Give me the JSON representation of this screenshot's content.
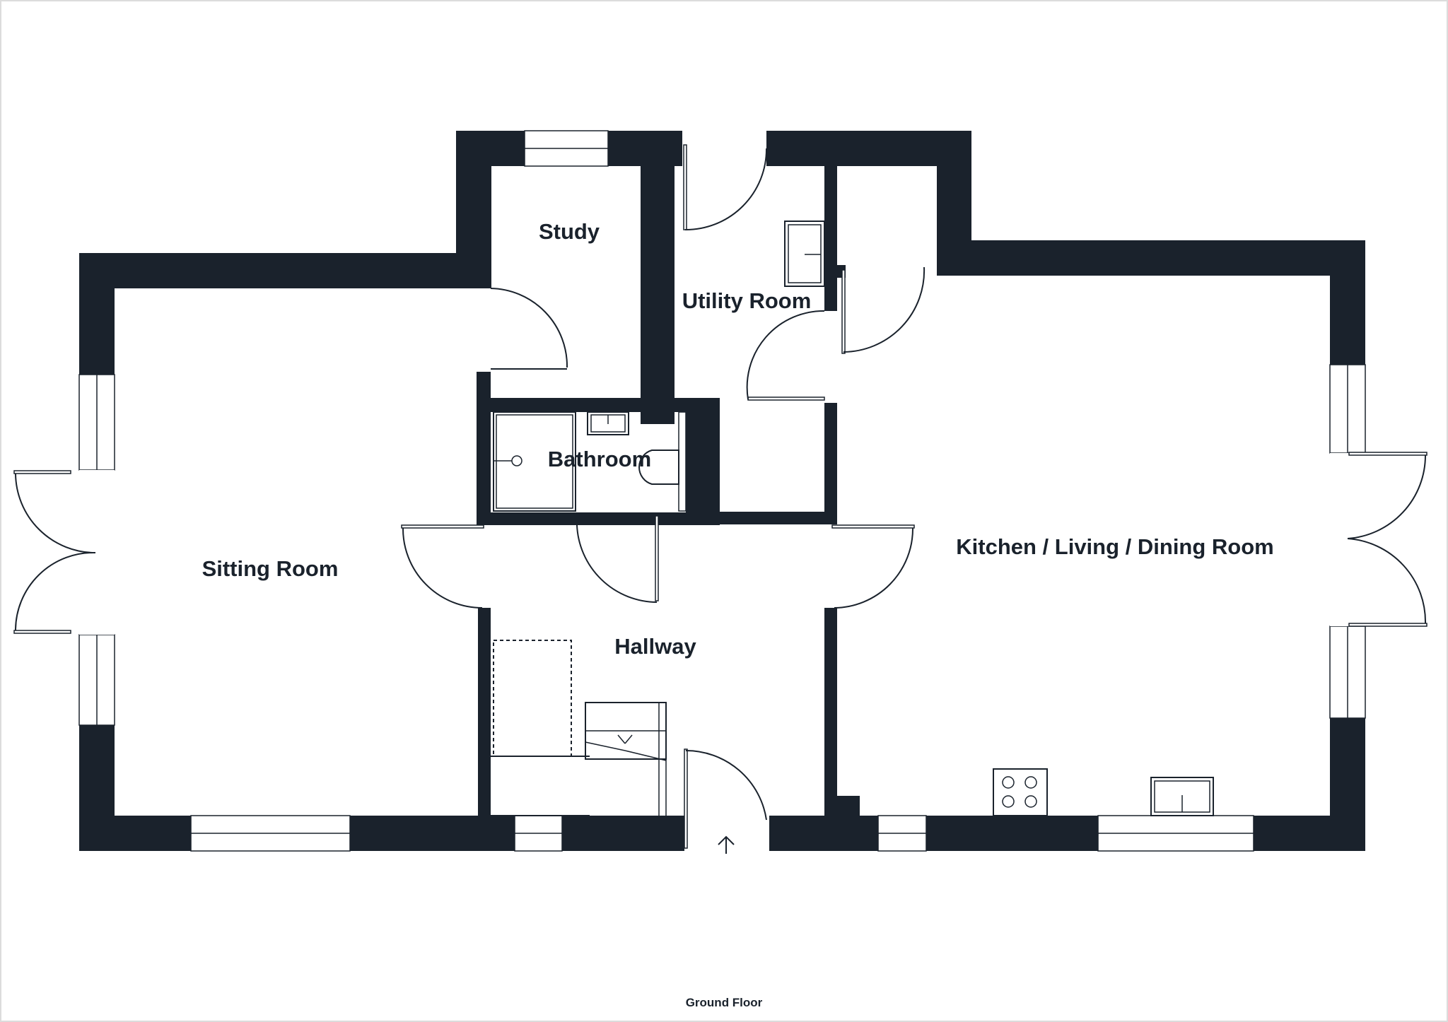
{
  "rooms": {
    "study": "Study",
    "utility": "Utility Room",
    "bathroom": "Bathroom",
    "sitting": "Sitting Room",
    "hallway": "Hallway",
    "kitchen": "Kitchen / Living / Dining Room"
  },
  "floor_label": "Ground Floor",
  "colors": {
    "wall": "#1a222c",
    "background": "#ffffff"
  }
}
